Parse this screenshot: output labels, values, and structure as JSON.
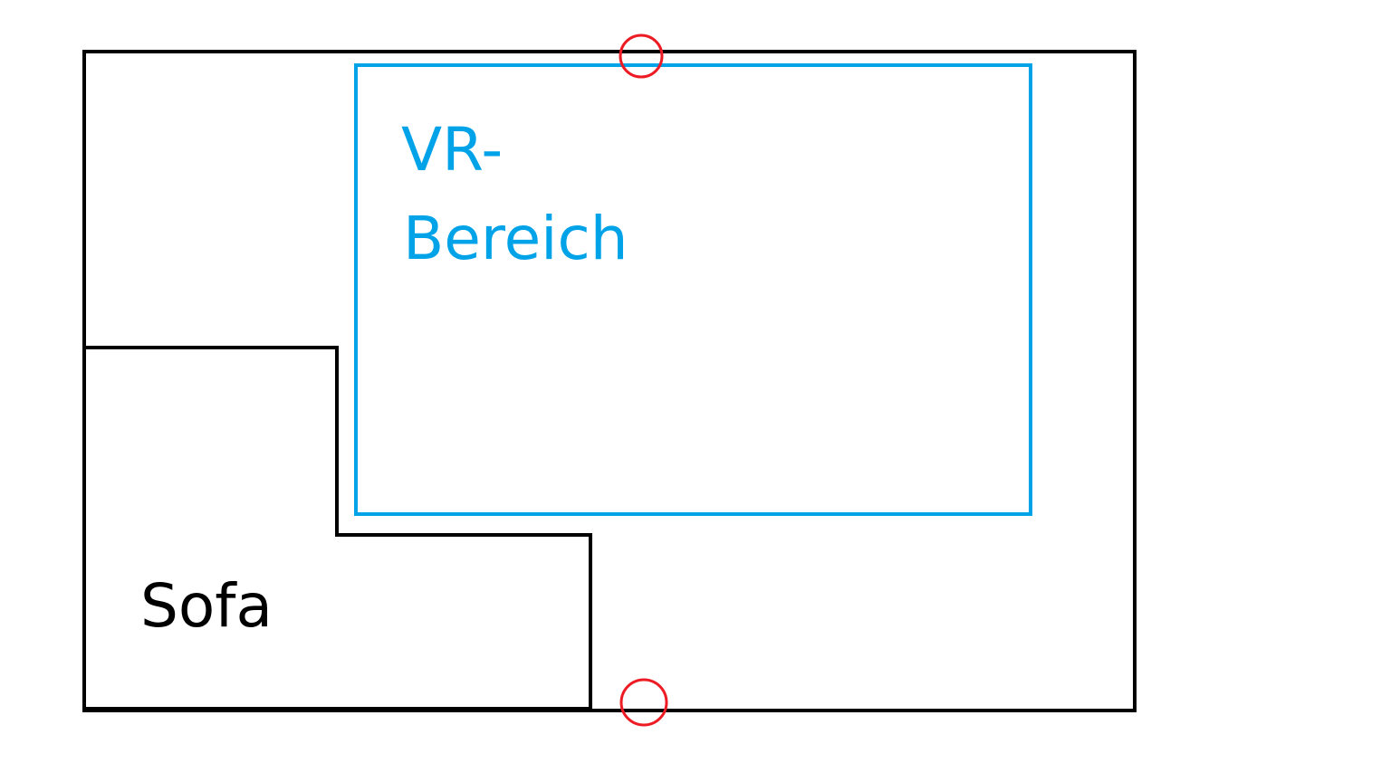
{
  "diagram": {
    "vr_area": {
      "label_line1": "VR-",
      "label_line2": "Bereich"
    },
    "sofa": {
      "label": "Sofa"
    },
    "colors": {
      "room": "#000000",
      "vr_area": "#00a2e8",
      "markers": "#ed1c24"
    }
  }
}
